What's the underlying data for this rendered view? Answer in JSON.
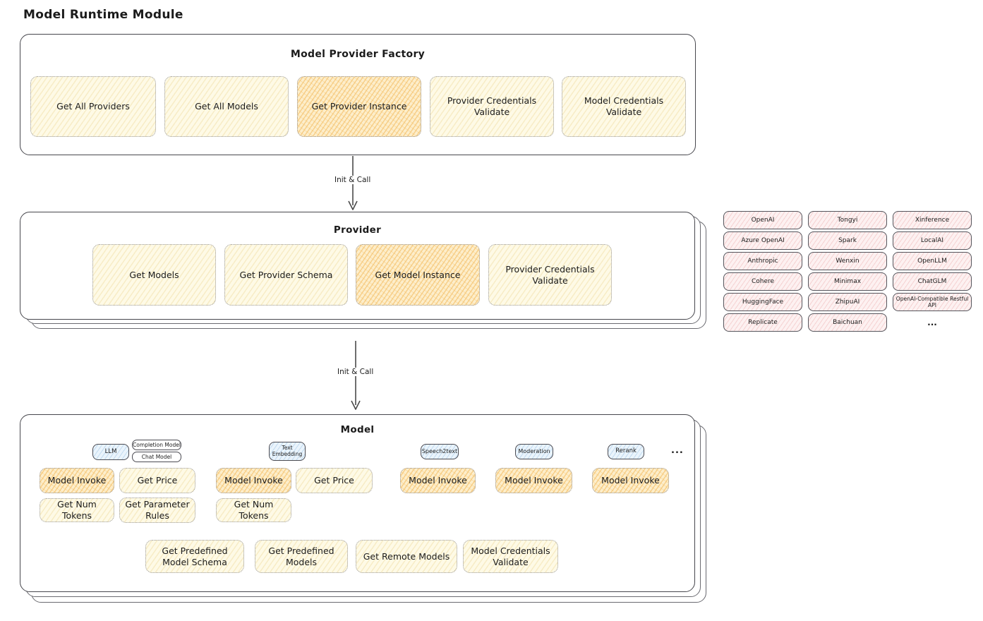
{
  "page": {
    "title": "Model Runtime Module"
  },
  "colors": {
    "yellow": "#fefae6",
    "yellow_highlight": "#fdeecb",
    "pink": "#fdf1f1",
    "blue": "#eaf4fc",
    "border_dark": "#47474d"
  },
  "factory": {
    "title": "Model Provider Factory",
    "buttons": [
      {
        "label": "Get All Providers",
        "highlighted": false
      },
      {
        "label": "Get All Models",
        "highlighted": false
      },
      {
        "label": "Get Provider Instance",
        "highlighted": true
      },
      {
        "label": "Provider Credentials Validate",
        "highlighted": false
      },
      {
        "label": "Model Credentials Validate",
        "highlighted": false
      }
    ]
  },
  "arrows": {
    "factory_to_provider": "Init & Call",
    "provider_to_model": "Init & Call"
  },
  "provider": {
    "title": "Provider",
    "buttons": [
      {
        "label": "Get Models",
        "highlighted": false
      },
      {
        "label": "Get Provider Schema",
        "highlighted": false
      },
      {
        "label": "Get Model Instance",
        "highlighted": true
      },
      {
        "label": "Provider Credentials Validate",
        "highlighted": false
      }
    ]
  },
  "providers": {
    "items": [
      "OpenAI",
      "Tongyi",
      "Xinference",
      "Azure OpenAI",
      "Spark",
      "LocalAI",
      "Anthropic",
      "Wenxin",
      "OpenLLM",
      "Cohere",
      "Minimax",
      "ChatGLM",
      "HuggingFace",
      "ZhipuAI",
      "OpenAI-Compatible Restful API",
      "Replicate",
      "Baichuan"
    ],
    "more": "..."
  },
  "model": {
    "title": "Model",
    "tabs": {
      "llm": "LLM",
      "completion": "Completion Model",
      "chat": "Chat Model",
      "text_embedding": "Text Embedding",
      "speech2text": "Speech2text",
      "moderation": "Moderation",
      "rerank": "Rerank",
      "more": "..."
    },
    "buttons": {
      "model_invoke": "Model Invoke",
      "get_price": "Get Price",
      "get_num_tokens": "Get Num Tokens",
      "get_parameter_rules": "Get Parameter Rules",
      "get_predefined_model_schema": "Get Predefined Model Schema",
      "get_predefined_models": "Get Predefined Models",
      "get_remote_models": "Get Remote Models",
      "model_credentials_validate": "Model Credentials Validate"
    }
  }
}
